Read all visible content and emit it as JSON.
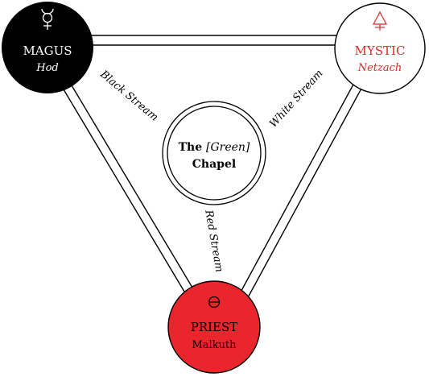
{
  "nodes": {
    "magus": {
      "title": "MAGUS",
      "subtitle": "Hod",
      "symbol": "mercury-symbol",
      "fill": "#000000",
      "text_color": "#ffffff"
    },
    "mystic": {
      "title": "MYSTIC",
      "subtitle": "Netzach",
      "symbol": "mystic-symbol",
      "fill": "#ffffff",
      "text_color": "#e02626"
    },
    "priest": {
      "title": "PRIEST",
      "subtitle": "Malkuth",
      "symbol": "circled-bar-symbol",
      "fill": "#e8262b",
      "text_color": "#000000"
    },
    "chapel": {
      "line1_prefix": "The ",
      "line1_italic": "[Green]",
      "line2": "Chapel"
    }
  },
  "streams": {
    "black": "Black Stream",
    "white": "White Stream",
    "red": "Red Stream"
  },
  "colors": {
    "red": "#e8262b",
    "black": "#000000",
    "white": "#ffffff"
  }
}
